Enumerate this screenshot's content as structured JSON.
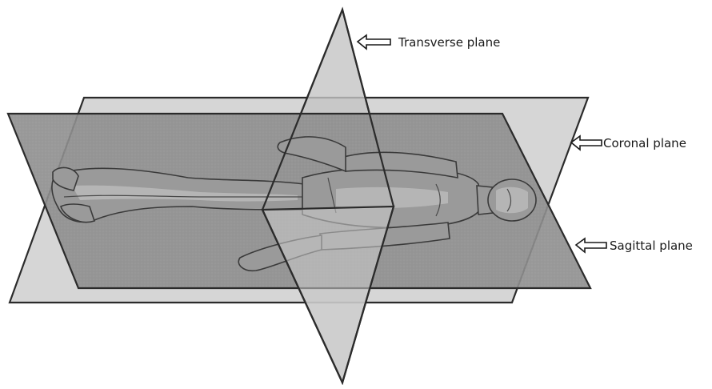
{
  "labels": {
    "transverse": "Transverse plane",
    "coronal": "Coronal plane",
    "sagittal": "Sagittal plane"
  },
  "colors": {
    "plane_light": "#c9c9c9",
    "plane_dark": "#8f8f8f",
    "body": "#9a9a9a",
    "outline": "#2b2b2b"
  },
  "icons": [
    "arrow-left-outline-icon"
  ]
}
